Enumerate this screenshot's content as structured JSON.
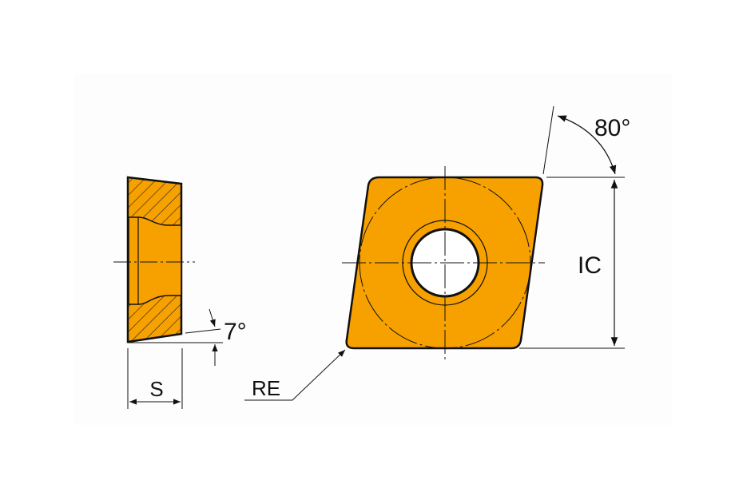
{
  "colors": {
    "insert_fill": "#f7a100",
    "outline": "#111111",
    "background": "#fdfdfd"
  },
  "labels": {
    "clearance_angle": "7°",
    "thickness": "S",
    "corner_radius": "RE",
    "inscribed_circle": "IC",
    "nose_angle": "80°"
  }
}
